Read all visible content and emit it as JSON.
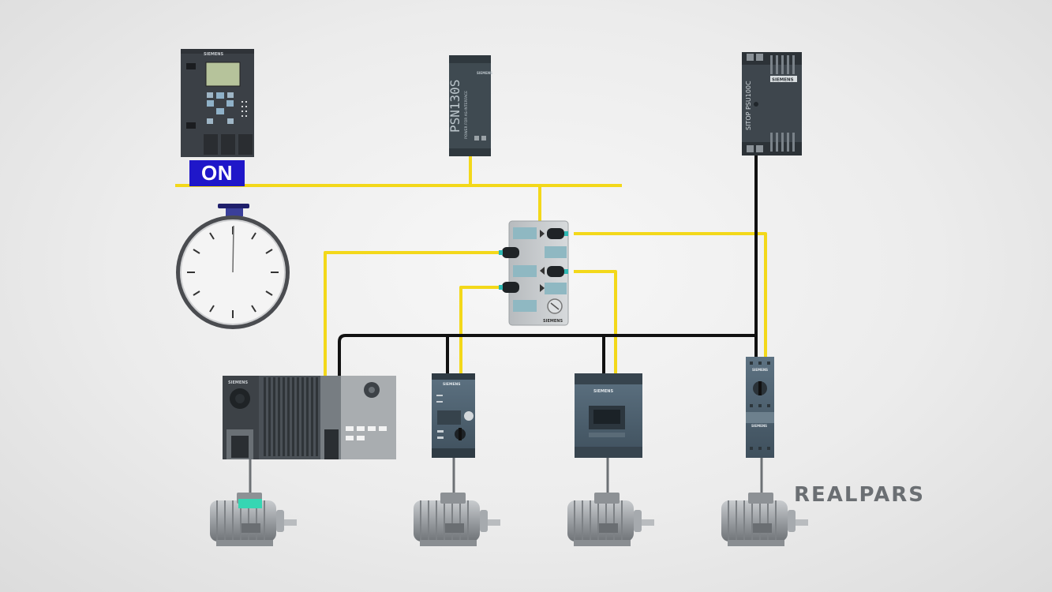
{
  "status": {
    "label": "ON"
  },
  "brand": {
    "name": "REALPARS"
  },
  "vendor": {
    "name": "SIEMENS"
  },
  "power_supply_1": {
    "model": "PSN130S",
    "subtitle": "POWER FOR AS-INTERFACE"
  },
  "power_supply_2": {
    "model": "SITOP PSU100C"
  },
  "colors": {
    "as_interface_bus": "#f3d81a",
    "aux_power_cable": "#111111",
    "on_badge": "#1f17c9",
    "device_housing": "#3a3f44",
    "module_blue": "#4e6170",
    "motor": "#9fa3a6",
    "brand_text": "#6b6f73"
  },
  "icons": [
    "controller-icon",
    "power-supply-icon",
    "stopwatch-icon",
    "io-module-icon",
    "frequency-converter-icon",
    "motor-starter-icon",
    "contactor-icon",
    "circuit-breaker-icon",
    "motor-icon"
  ]
}
